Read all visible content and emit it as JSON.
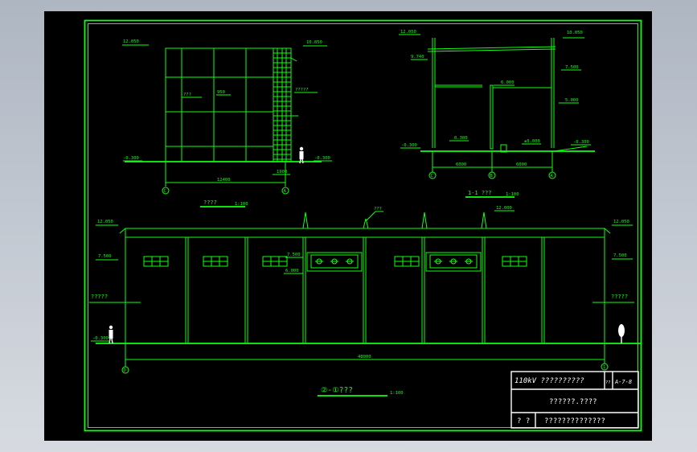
{
  "side_elevation": {
    "level_top_left": "12.050",
    "level_top_right": "10.850",
    "level_ground_left": "-0.300",
    "level_ground_right": "-0.300",
    "label_material": "???",
    "label_height": "950",
    "label_side": "?????",
    "dim_width": "12400",
    "dim_small": "1900",
    "axis_left": "C",
    "axis_right": "A",
    "title": "????",
    "scale": "1:100"
  },
  "section": {
    "level_top_left": "12.050",
    "level_sub_left": "9.740",
    "level_top_right": "10.050",
    "level_sub_right": "7.500",
    "level_mid": "6.000",
    "level_mid_right": "5.000",
    "level_ground_left": "-0.300",
    "level_floor": "0.300",
    "level_floor_right": "±0.000",
    "level_ground_right": "-0.300",
    "dim_left": "6000",
    "dim_right": "6000",
    "axis_left": "C",
    "axis_mid": "B",
    "axis_right": "A",
    "title": "1-1 ???",
    "scale": "1:100"
  },
  "front_elevation": {
    "level_top_left": "12.050",
    "level_top_right": "12.050",
    "level_mid_left": "7.500",
    "level_mid_right": "7.500",
    "level_window": "7.500",
    "level_door": "6.000",
    "level_roof": "12.000",
    "level_ground": "-0.300",
    "label_roof": "???",
    "label_left": "?????",
    "label_right": "?????",
    "dim_total": "48000",
    "axis_left": "D",
    "axis_right": "1",
    "title": "②-①???",
    "scale": "1:100"
  },
  "title_block": {
    "project": "110kV ??????????",
    "sheet_code": "??",
    "drawing_no": "A-7-8",
    "drawing_name": "??????.????",
    "sign_label": "? ?",
    "company": "??????????????"
  }
}
